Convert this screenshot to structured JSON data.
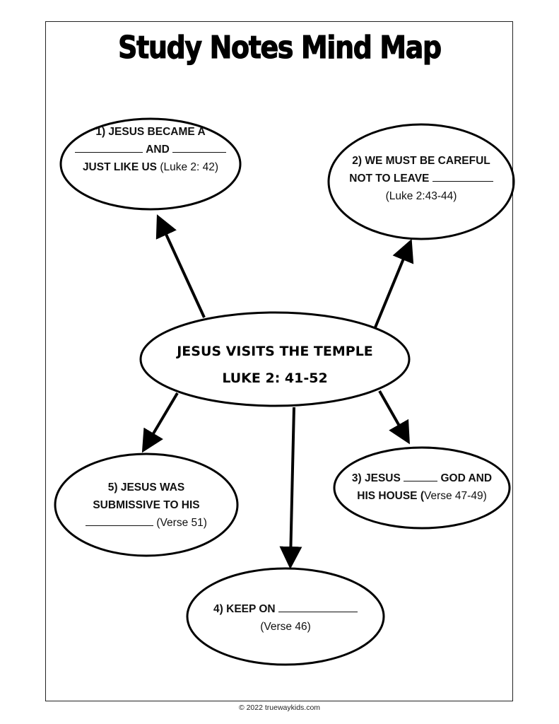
{
  "title": "Study Notes Mind Map",
  "center": {
    "line1": "JESUS VISITS THE TEMPLE",
    "line2": "LUKE 2: 41-52"
  },
  "nodes": [
    {
      "id": "1",
      "line1": "1) JESUS BECAME A",
      "line2_mid": "AND",
      "line3_bold": "JUST LIKE US",
      "line3_ref": "(Luke 2: 42)"
    },
    {
      "id": "2",
      "line1": "2) WE MUST BE CAREFUL",
      "line2": "NOT TO LEAVE",
      "line3_ref": "(Luke 2:43-44)"
    },
    {
      "id": "3",
      "line1_a": "3) JESUS",
      "line1_b": "GOD AND",
      "line2_bold": "HIS HOUSE (",
      "line2_ref": "Verse 47-49)"
    },
    {
      "id": "4",
      "line1": "4) KEEP ON",
      "line2_ref": "(Verse 46)"
    },
    {
      "id": "5",
      "line1": "5) JESUS WAS",
      "line2": "SUBMISSIVE TO HIS",
      "line3_ref": "(Verse 51)"
    }
  ],
  "footer": "© 2022 truewaykids.com"
}
